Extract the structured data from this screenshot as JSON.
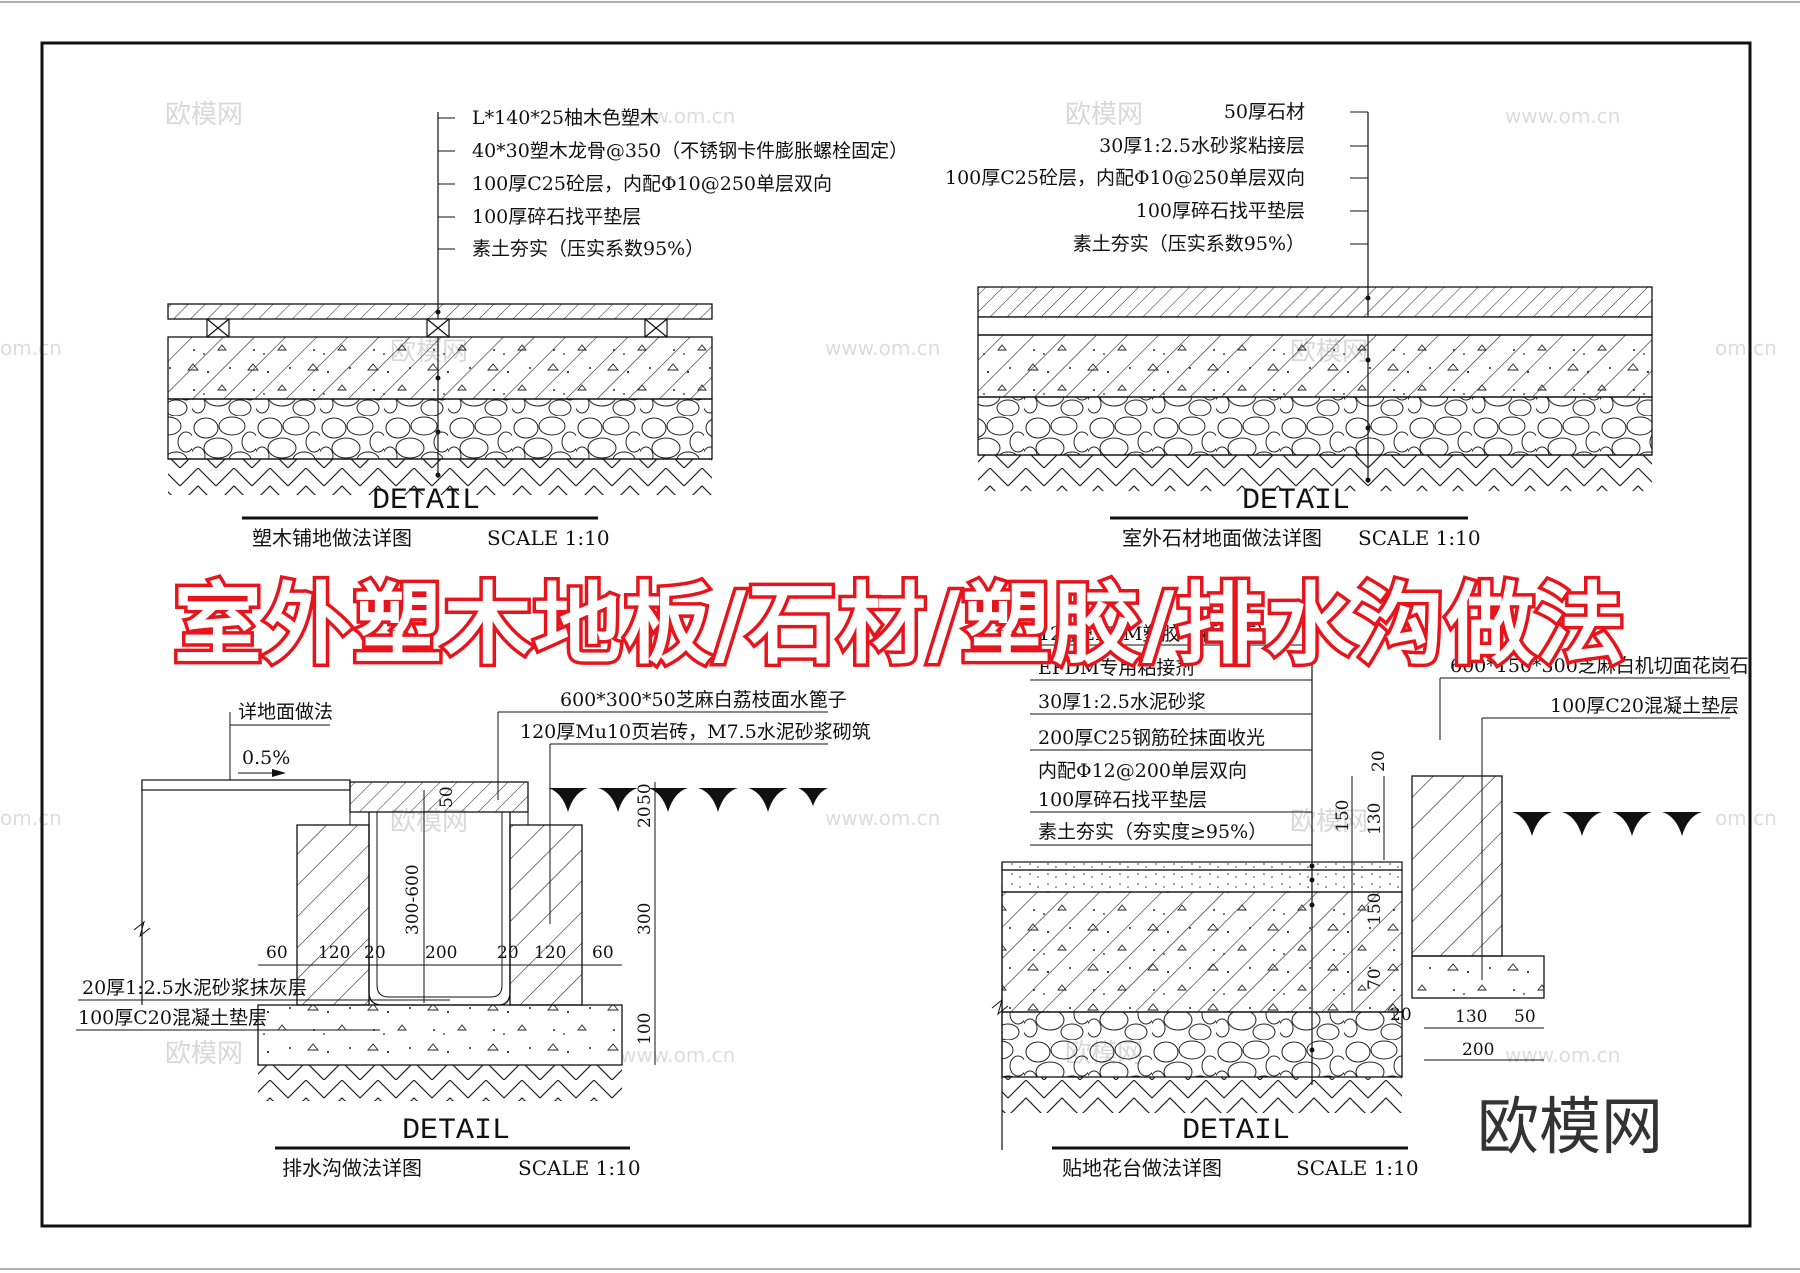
{
  "banner_title": "室外塑木地板/石材/塑胶/排水沟做法",
  "logo_text": "欧模网",
  "watermarks": {
    "brand": "欧模网",
    "url": "www.om.cn",
    "url_short": "om.cn"
  },
  "accent_color": "#e8141b",
  "details": [
    {
      "id": "wood-floor",
      "detail_word": "DETAIL",
      "caption": "塑木铺地做法详图",
      "scale": "SCALE 1:10",
      "layers": [
        "L*140*25柚木色塑木",
        "40*30塑木龙骨@350（不锈钢卡件膨胀螺栓固定）",
        "100厚C25砼层，内配Φ10@250单层双向",
        "100厚碎石找平垫层",
        "素土夯实（压实系数95%）"
      ]
    },
    {
      "id": "stone-floor",
      "detail_word": "DETAIL",
      "caption": "室外石材地面做法详图",
      "scale": "SCALE 1:10",
      "layers": [
        "50厚石材",
        "30厚1:2.5水砂浆粘接层",
        "100厚C25砼层，内配Φ10@250单层双向",
        "100厚碎石找平垫层",
        "素土夯实（压实系数95%）"
      ]
    },
    {
      "id": "drain-ditch",
      "detail_word": "DETAIL",
      "caption": "排水沟做法详图",
      "scale": "SCALE 1:10",
      "notes": {
        "ground_ref": "详地面做法",
        "slope": "0.5%",
        "grate": "600*300*50芝麻白荔枝面水篦子",
        "brick": "120厚Mu10页岩砖，M7.5水泥砂浆砌筑",
        "plaster": "20厚1:2.5水泥砂浆抹灰层",
        "base": "100厚C20混凝土垫层"
      },
      "dims": {
        "bottom": [
          "60",
          "120",
          "20",
          "200",
          "20",
          "120",
          "60"
        ],
        "depth": "300-600",
        "grate_t": "50",
        "right": [
          "20",
          "50",
          "300",
          "100"
        ]
      }
    },
    {
      "id": "planter",
      "detail_word": "DETAIL",
      "caption": "贴地花台做法详图",
      "scale": "SCALE 1:10",
      "layers": [
        "12厚EPDM塑胶（颗粒面）",
        "EPDM专用粘接剂",
        "30厚1:2.5水泥砂浆",
        "200厚C25钢筋砼抹面收光",
        "内配Φ12@200单层双向",
        "100厚碎石找平垫层",
        "素土夯实（夯实度≥95%）"
      ],
      "notes": {
        "curb": "600*150*300芝麻白机切面花岗石",
        "curb_base": "100厚C20混凝土垫层"
      },
      "dims": {
        "left": [
          "20",
          "150",
          "130",
          "150",
          "70",
          "20"
        ],
        "bottom": [
          "130",
          "50",
          "200"
        ]
      }
    }
  ]
}
